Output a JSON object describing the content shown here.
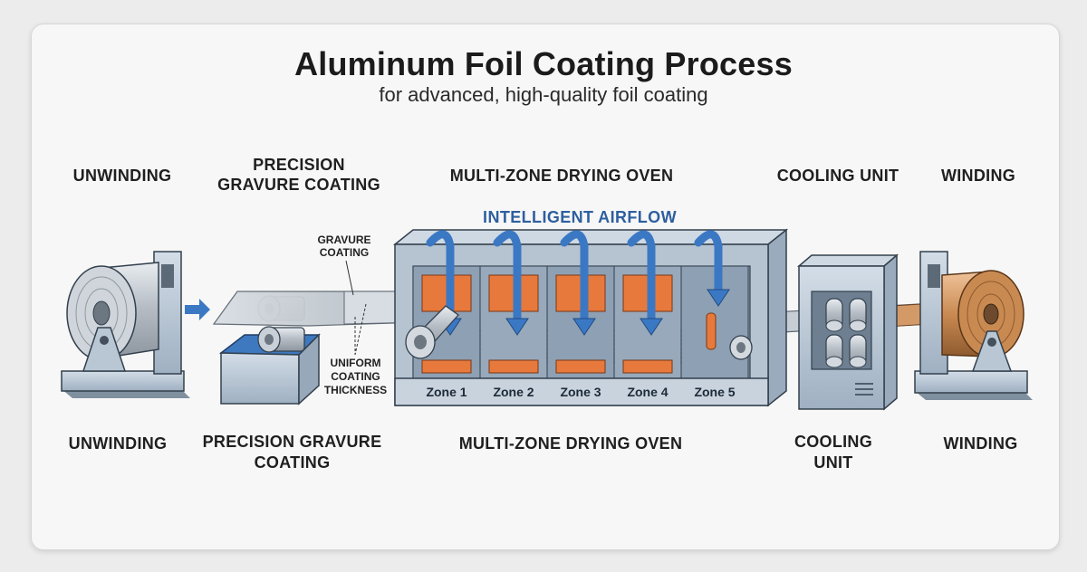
{
  "title": "Aluminum Foil Coating Process",
  "subtitle": "for advanced, high-quality foil coating",
  "top_labels": {
    "unwinding": "UNWINDING",
    "gravure_line1": "PRECISION",
    "gravure_line2": "GRAVURE COATING",
    "oven": "MULTI-ZONE DRYING OVEN",
    "cooling": "COOLING UNIT",
    "winding": "WINDING"
  },
  "bottom_labels": {
    "unwinding": "UNWINDING",
    "gravure_line1": "PRECISION GRAVURE",
    "gravure_line2": "COATING",
    "oven": "MULTI-ZONE DRYING OVEN",
    "cooling_line1": "COOLING",
    "cooling_line2": "UNIT",
    "winding": "WINDING"
  },
  "callouts": {
    "airflow": "INTELLIGENT AIRFLOW",
    "gravure_coating_line1": "GRAVURE",
    "gravure_coating_line2": "COATING",
    "uniform_line1": "UNIFORM",
    "uniform_line2": "COATING",
    "uniform_line3": "THICKNESS"
  },
  "zones": [
    "Zone 1",
    "Zone 2",
    "Zone 3",
    "Zone 4",
    "Zone 5"
  ],
  "colors": {
    "foil": "#c8cdd3",
    "machine": "#b9c6d4",
    "heater": "#e8793c",
    "airflow_arrow": "#3b78c4",
    "copper_roll": "#c98a52"
  }
}
